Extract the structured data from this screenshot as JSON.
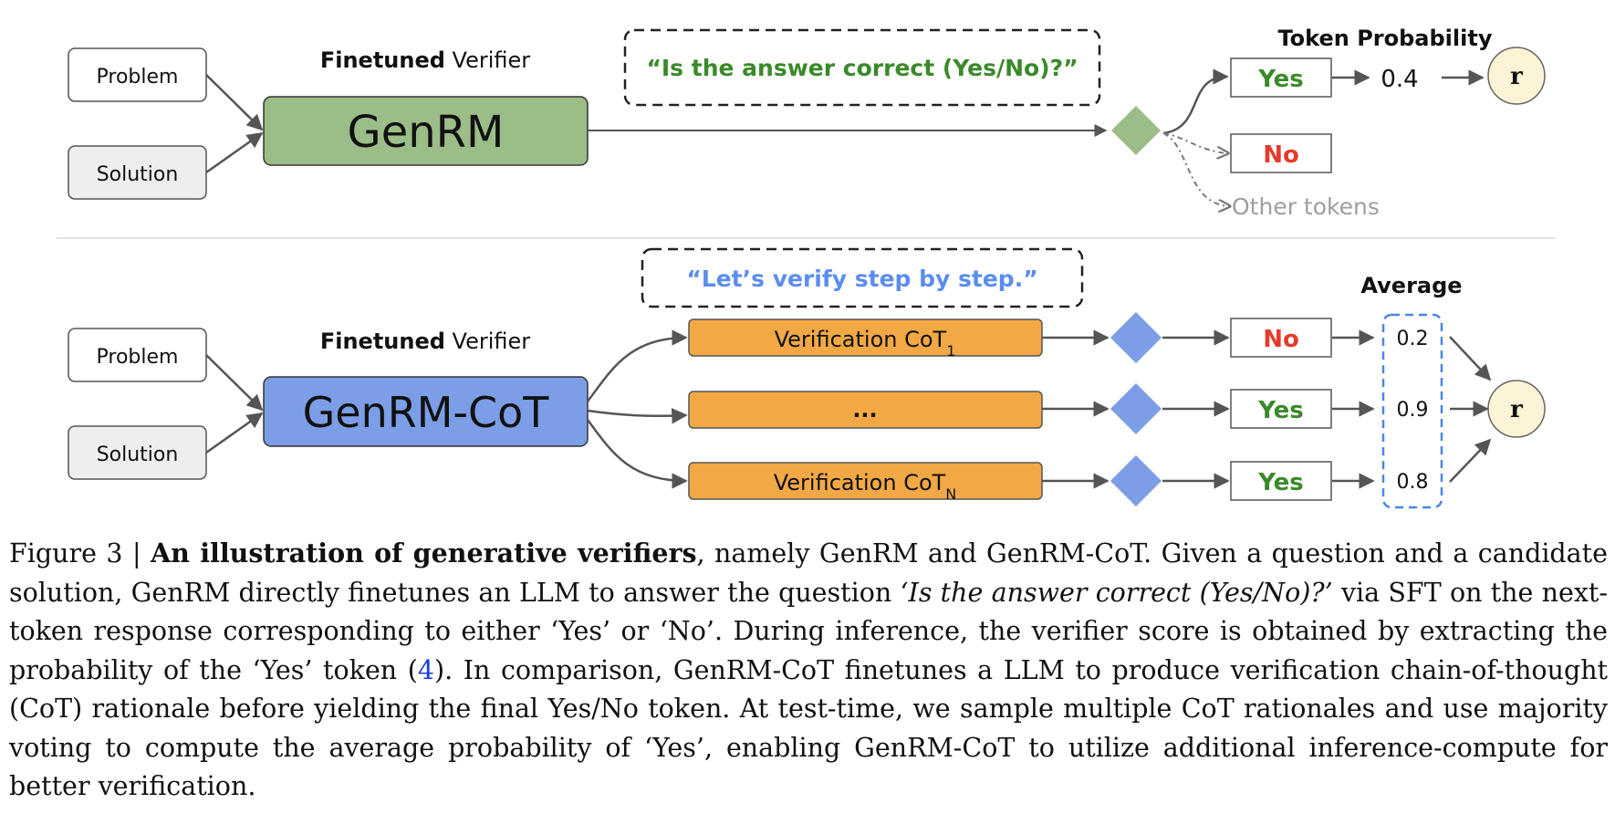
{
  "colors": {
    "genrm_fill": "#9bbd87",
    "genrm_cot_fill": "#7b9ee6",
    "cot_fill": "#f2a945",
    "prompt1_text": "#3a8a2a",
    "prompt2_text": "#5b8df0",
    "yes_text": "#3a8a2a",
    "no_text": "#e53b2c",
    "other_tokens_text": "#9e9e9e",
    "reward_fill": "#fdf3d6",
    "average_border": "#4b86e8"
  },
  "top": {
    "problem_label": "Problem",
    "solution_label": "Solution",
    "verifier_bold": "Finetuned",
    "verifier_rest": " Verifier",
    "model_label": "GenRM",
    "prompt": "“Is the answer correct (Yes/No)?”",
    "header": "Token Probability",
    "yes_label": "Yes",
    "no_label": "No",
    "other_tokens": "Other tokens",
    "yes_prob": "0.4",
    "reward": "r"
  },
  "bottom": {
    "problem_label": "Problem",
    "solution_label": "Solution",
    "verifier_bold": "Finetuned",
    "verifier_rest": " Verifier",
    "model_label": "GenRM-CoT",
    "prompt": "“Let’s verify step by step.”",
    "header": "Average",
    "cot_prefix": "Verification CoT",
    "cot_sub_1": "1",
    "cot_middle": "...",
    "cot_sub_n": "N",
    "answers": [
      "No",
      "Yes",
      "Yes"
    ],
    "probs": [
      "0.2",
      "0.9",
      "0.8"
    ],
    "reward": "r"
  },
  "caption": {
    "label": "Figure 3 | ",
    "title": "An illustration of generative verifiers",
    "t1": ", namely GenRM and GenRM-CoT. Given a question and a candidate solution, GenRM directly finetunes an LLM to answer the question ",
    "quote": "‘Is the answer correct (Yes/No)?’",
    "t2": " via SFT on the next-token response corresponding to either ‘Yes’ or ‘No’. During inference, the verifier score is obtained by extracting the probability of the ‘Yes’ token (",
    "ref": "4",
    "t3": "). In comparison, GenRM-CoT finetunes a LLM to produce verification chain-of-thought (CoT) rationale before yielding the final Yes/No token. At test-time, we sample multiple CoT rationales and use majority voting to compute the average probability of ‘Yes’, enabling GenRM-CoT to utilize additional inference-compute for better verification."
  }
}
